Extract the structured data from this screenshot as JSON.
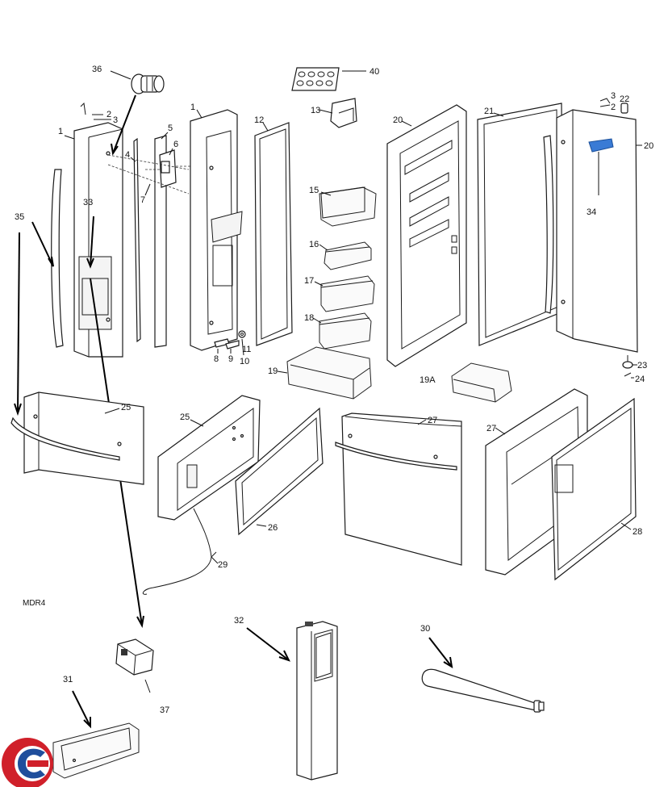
{
  "diagram_code": "MDR4",
  "brand_colors": {
    "logo_red": "#d0202a",
    "logo_blue": "#1f4e9c",
    "label_blue": "#3a7bd5"
  },
  "labels": {
    "p1a": "1",
    "p1b": "1",
    "p2a": "2",
    "p2b": "2",
    "p3a": "3",
    "p3b": "3",
    "p4": "4",
    "p5": "5",
    "p6": "6",
    "p7": "7",
    "p8": "8",
    "p9": "9",
    "p10": "10",
    "p11": "11",
    "p12": "12",
    "p13": "13",
    "p15": "15",
    "p16": "16",
    "p17": "17",
    "p18": "18",
    "p19": "19",
    "p19a": "19A",
    "p20a": "20",
    "p20b": "20",
    "p21": "21",
    "p22": "22",
    "p23": "23",
    "p24": "24",
    "p25a": "25",
    "p25b": "25",
    "p26": "26",
    "p27a": "27",
    "p27b": "27",
    "p28": "28",
    "p29": "29",
    "p30": "30",
    "p31": "31",
    "p32": "32",
    "p33": "33",
    "p34": "34",
    "p35": "35",
    "p36": "36",
    "p37": "37",
    "p40": "40"
  }
}
